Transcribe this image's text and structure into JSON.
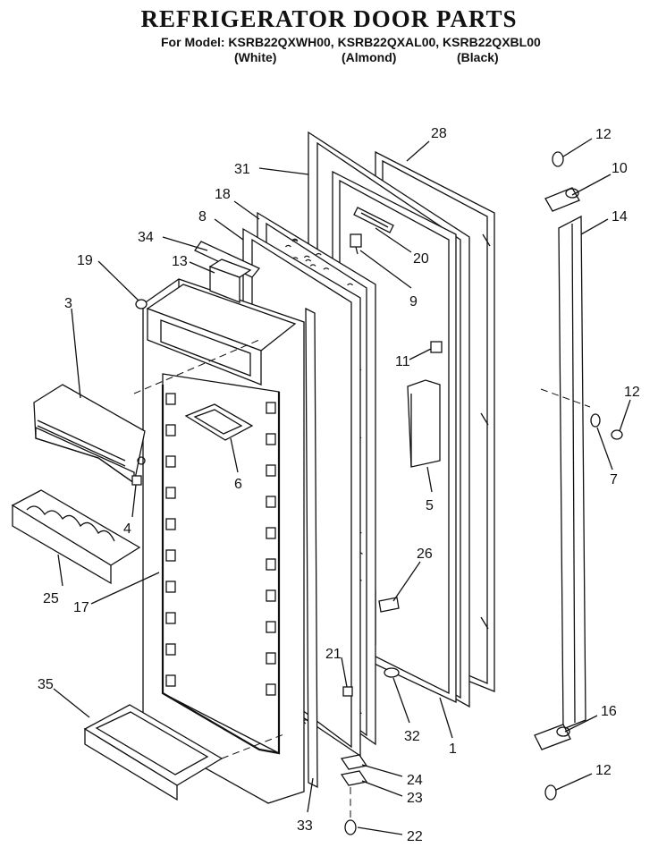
{
  "header": {
    "title": "REFRIGERATOR DOOR PARTS",
    "models": "For Model: KSRB22QXWH00, KSRB22QXAL00, KSRB22QXBL00",
    "colors": [
      "(White)",
      "(Almond)",
      "(Black)"
    ]
  },
  "callouts": [
    "28",
    "31",
    "18",
    "8",
    "34",
    "19",
    "13",
    "3",
    "20",
    "9",
    "11",
    "6",
    "4",
    "5",
    "25",
    "17",
    "26",
    "21",
    "35",
    "32",
    "1",
    "33",
    "24",
    "23",
    "22",
    "12",
    "10",
    "14",
    "12",
    "7",
    "16",
    "12"
  ]
}
